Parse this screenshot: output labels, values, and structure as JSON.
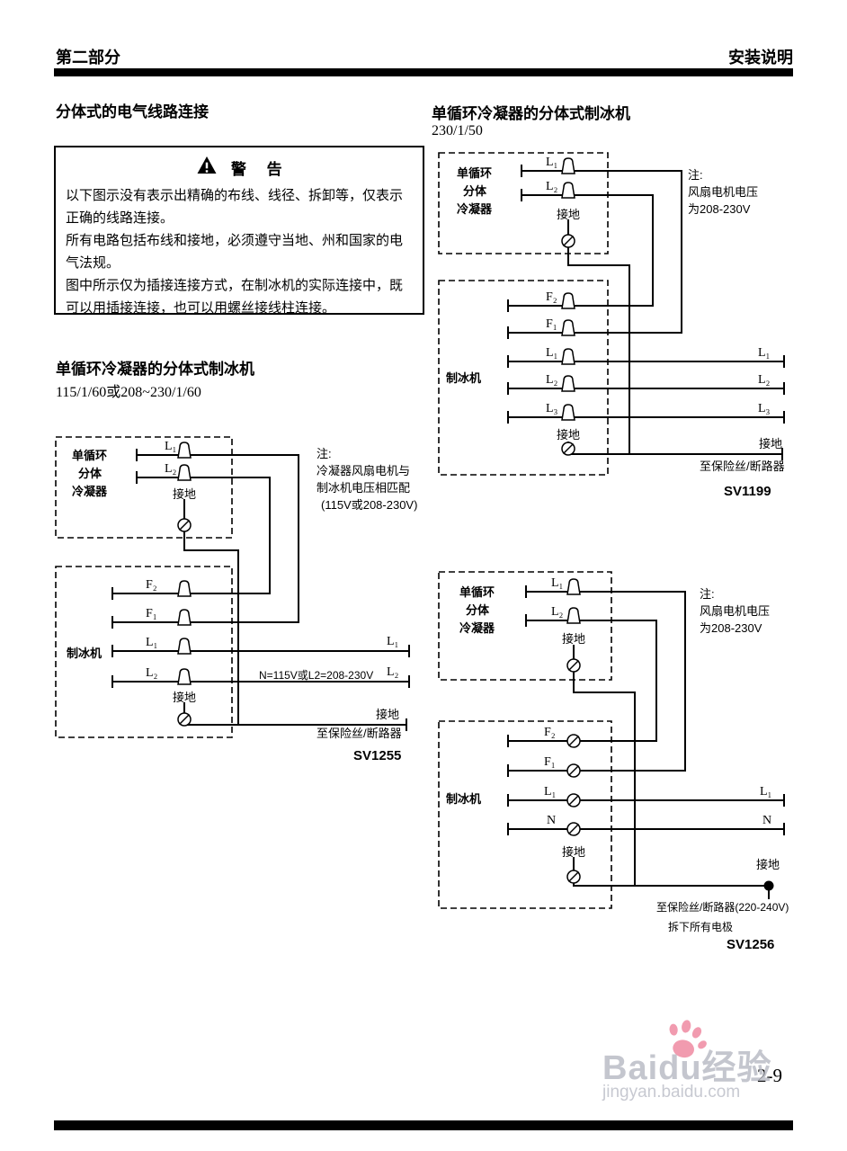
{
  "header": {
    "section": "第二部分",
    "title": "安装说明"
  },
  "footer": {
    "page_number": "2-9"
  },
  "watermark": {
    "brand": "Baidu经验",
    "url": "jingyan.baidu.com"
  },
  "colors": {
    "ink": "#000000",
    "watermark_gray": "#b6b8c2",
    "watermark_pink": "#ef8aa2"
  },
  "left": {
    "heading": "分体式的电气线路连接",
    "warning": {
      "title": "警 告",
      "lines": [
        "以下图示没有表示出精确的布线、线径、拆卸等，仅表示",
        "正确的线路连接。",
        "所有电路包括布线和接地，必须遵守当地、州和国家的电",
        "气法规。",
        "图中所示仅为插接连接方式，在制冰机的实际连接中，既",
        "可以用插接连接，也可以用螺丝接线柱连接。"
      ]
    }
  },
  "sv1255": {
    "title": "单循环冷凝器的分体式制冰机",
    "subtitle": "115/1/60或208~230/1/60",
    "condenser": [
      "单循环",
      "分体",
      "冷凝器"
    ],
    "machine": "制冰机",
    "cond_wire1": "L₁",
    "cond_wire2": "L₂",
    "cond_ground": "接地",
    "m_wire1": "F₂",
    "m_wire2": "F₁",
    "m_wire3": "L₁",
    "m_wire4": "L₂",
    "m_ground": "接地",
    "r_wire3": "L₁",
    "r_wire4": "L₂",
    "r_ground": "接地",
    "voltage_note": "N=115V或L2=208-230V",
    "note": [
      "注:",
      "冷凝器风扇电机与",
      "制冰机电压相匹配",
      "(115V或208-230V)"
    ],
    "fuse": "至保险丝/断路器",
    "id": "SV1255"
  },
  "sv1199": {
    "title": "单循环冷凝器的分体式制冰机",
    "subtitle": "230/1/50",
    "condenser": [
      "单循环",
      "分体",
      "冷凝器"
    ],
    "machine": "制冰机",
    "cond_wire1": "L₁",
    "cond_wire2": "L₂",
    "cond_ground": "接地",
    "m_wire1": "F₂",
    "m_wire2": "F₁",
    "m_wire3": "L₁",
    "m_wire4": "L₂",
    "m_wire5": "L₃",
    "m_ground": "接地",
    "r_wire3": "L₁",
    "r_wire4": "L₂",
    "r_wire5": "L₃",
    "r_ground": "接地",
    "note": [
      "注:",
      "风扇电机电压",
      "为208-230V"
    ],
    "fuse": "至保险丝/断路器",
    "id": "SV1199"
  },
  "sv1256": {
    "condenser": [
      "单循环",
      "分体",
      "冷凝器"
    ],
    "machine": "制冰机",
    "cond_wire1": "L₁",
    "cond_wire2": "L₂",
    "cond_ground": "接地",
    "m_wire1": "F₂",
    "m_wire2": "F₁",
    "m_wire3": "L₁",
    "m_wire4": "N",
    "m_ground": "接地",
    "r_wire3": "L₁",
    "r_wire4": "N",
    "r_ground": "接地",
    "note": [
      "注:",
      "风扇电机电压",
      "为208-230V"
    ],
    "fuse": "至保险丝/断路器(220-240V)",
    "fuse2": "拆下所有电极",
    "id": "SV1256"
  }
}
